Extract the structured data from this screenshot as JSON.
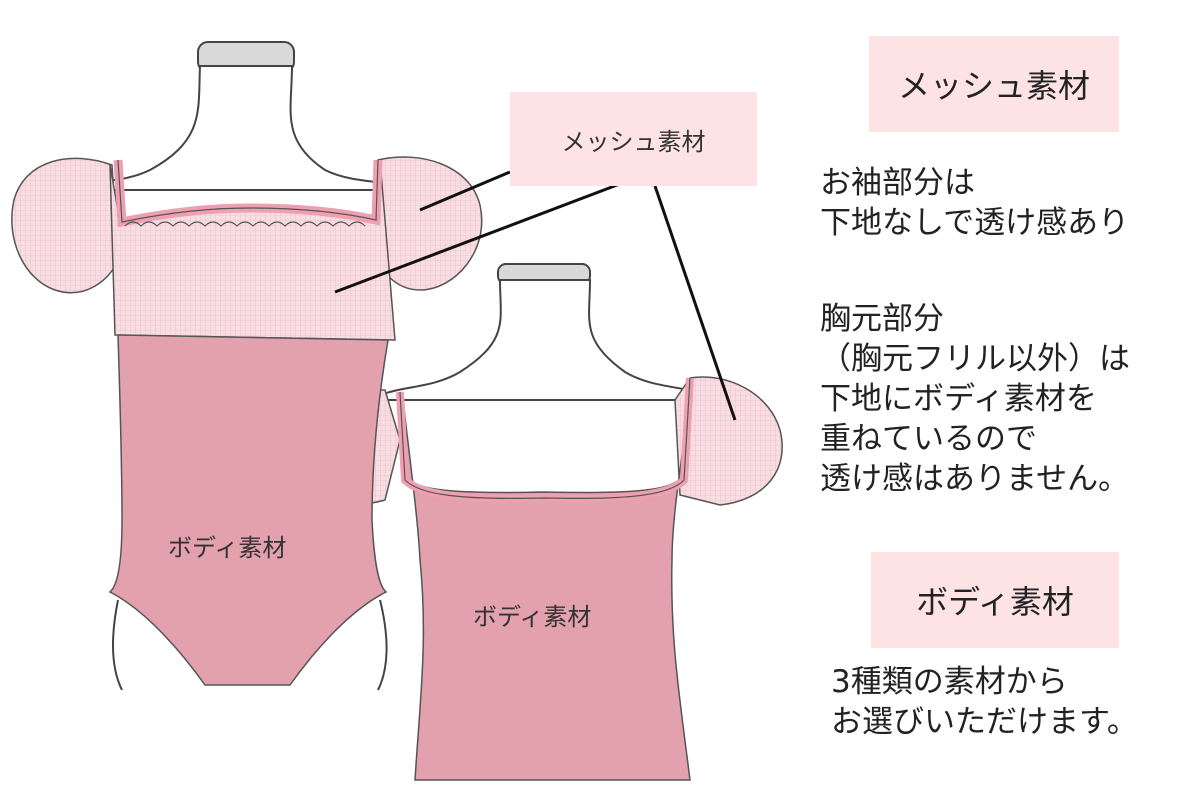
{
  "callouts": {
    "mesh": "メッシュ素材",
    "body_front": "ボディ素材",
    "body_back": "ボディ素材"
  },
  "legend": {
    "mesh_title": "メッシュ素材",
    "sleeve_note": "お袖部分は\n下地なしで透け感あり",
    "chest_note": "胸元部分\n（胸元フリル以外）は\n下地にボディ素材を\n重ねているので\n透け感はありません。",
    "body_title": "ボディ素材",
    "body_note": "3種類の素材から\nお選びいただけます。"
  },
  "colors": {
    "body_pink": "#e3a0ad",
    "mesh_pink": "#f7dbe1",
    "trim_pink": "#ee9fb0",
    "label_bg": "#fde3e3"
  }
}
